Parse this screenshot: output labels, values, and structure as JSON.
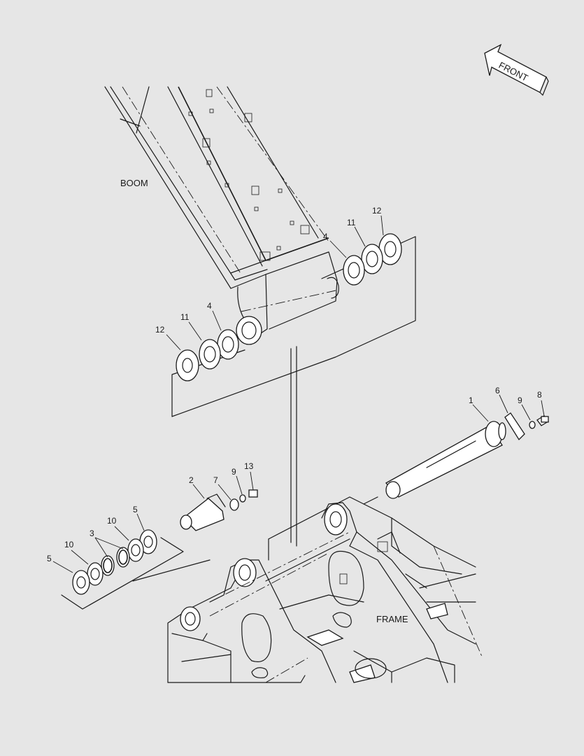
{
  "labels": {
    "front": "FRONT",
    "boom": "BOOM",
    "frame": "FRAME"
  },
  "callouts": {
    "c1": "1",
    "c2": "2",
    "c3": "3",
    "c4a": "4",
    "c4b": "4",
    "c5a": "5",
    "c5b": "5",
    "c6": "6",
    "c7": "7",
    "c8": "8",
    "c9a": "9",
    "c9b": "9",
    "c10a": "10",
    "c10b": "10",
    "c11a": "11",
    "c11b": "11",
    "c12a": "12",
    "c12b": "12",
    "c13": "13"
  }
}
